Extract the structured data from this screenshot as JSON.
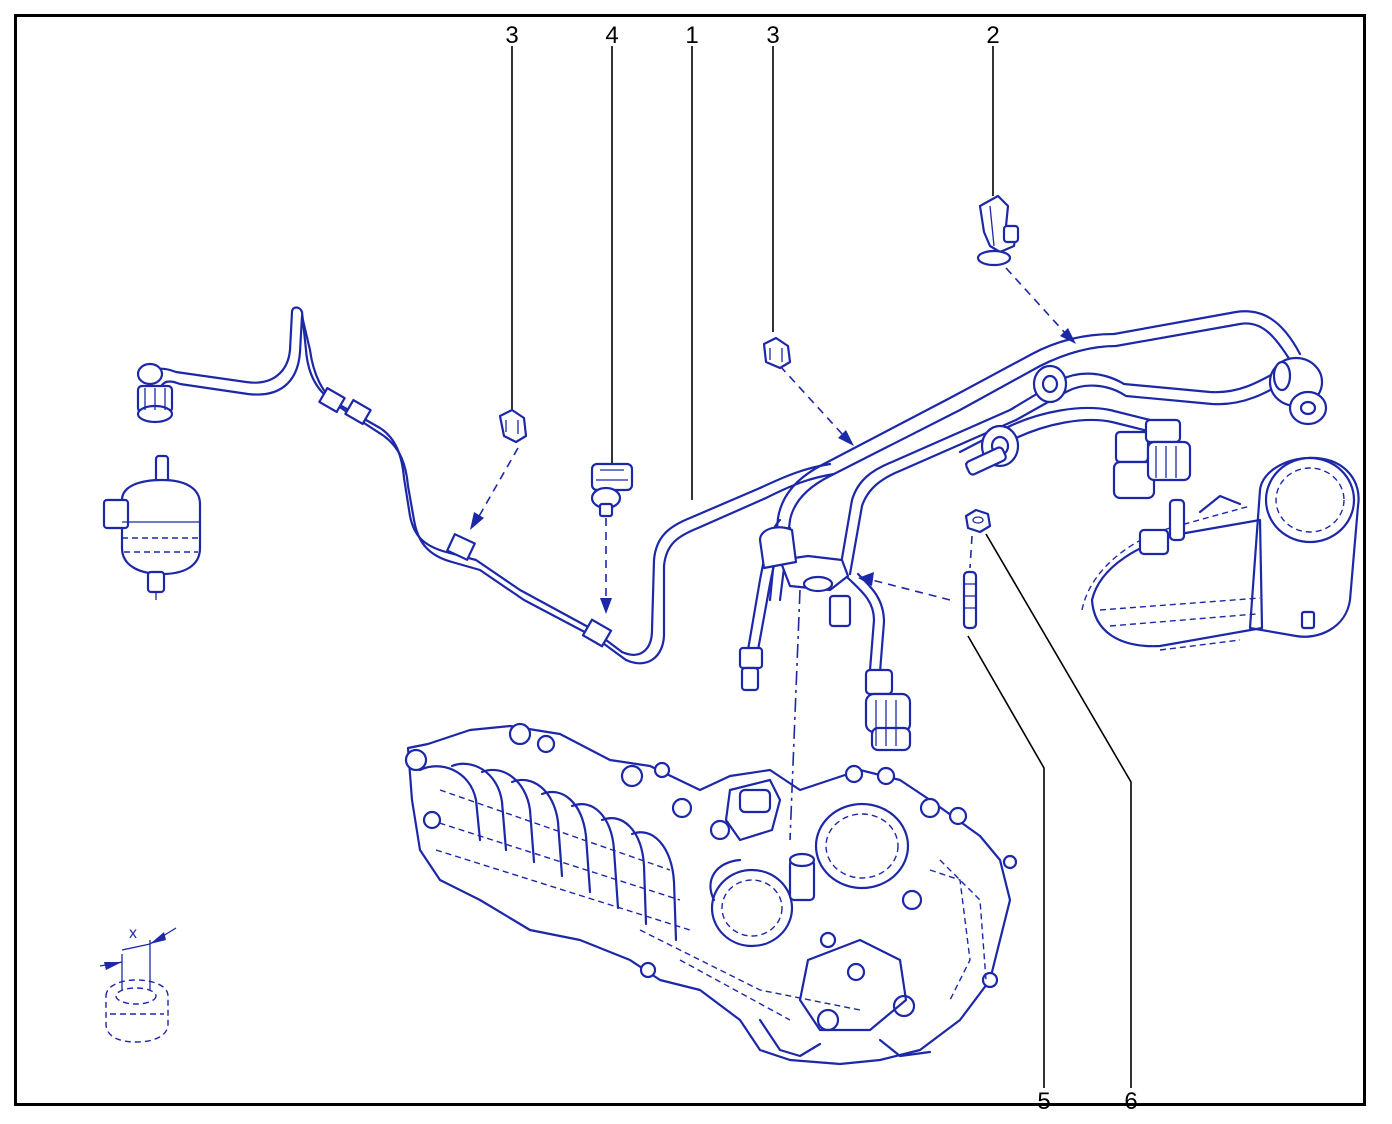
{
  "colors": {
    "frame": "#000000",
    "line_art": "#1c28a8",
    "background": "#ffffff"
  },
  "callouts": [
    {
      "id": "3a",
      "text": "3"
    },
    {
      "id": "4",
      "text": "4"
    },
    {
      "id": "1",
      "text": "1"
    },
    {
      "id": "3b",
      "text": "3"
    },
    {
      "id": "2",
      "text": "2"
    },
    {
      "id": "5",
      "text": "5"
    },
    {
      "id": "6",
      "text": "6"
    }
  ],
  "dimension": {
    "text": "x"
  }
}
